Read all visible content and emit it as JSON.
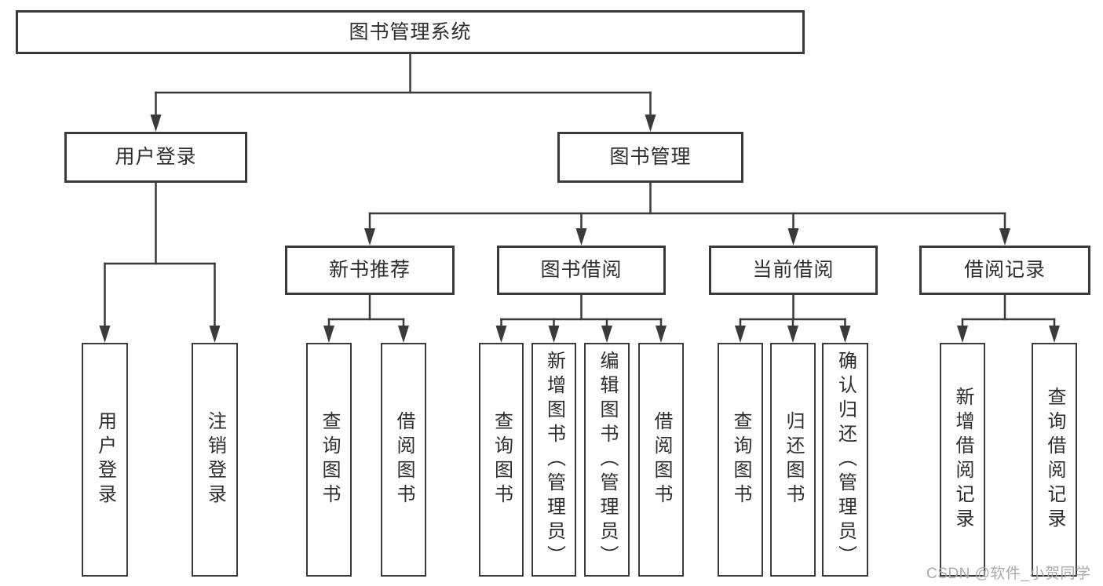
{
  "nodes": {
    "root": "图书管理系统",
    "level2": [
      "用户登录",
      "图书管理"
    ],
    "level3": [
      "新书推荐",
      "图书借阅",
      "当前借阅",
      "借阅记录"
    ],
    "leaves": {
      "user": [
        "用户登录",
        "注销登录"
      ],
      "newbook": [
        "查询图书",
        "借阅图书"
      ],
      "borrow": [
        "查询图书",
        "新增图书（管理员）",
        "编辑图书（管理员）",
        "借阅图书"
      ],
      "current": [
        "查询图书",
        "归还图书",
        "确认归还（管理员）"
      ],
      "records": [
        "新增借阅记录",
        "查询借阅记录"
      ]
    }
  },
  "watermark": "CSDN @软件_小贺同学",
  "colors": {
    "line": "#3a3a3a",
    "box_border": "#3a3a3a",
    "text": "#2e2e2e",
    "background": "#ffffff",
    "watermark": "#a6a6a6"
  }
}
